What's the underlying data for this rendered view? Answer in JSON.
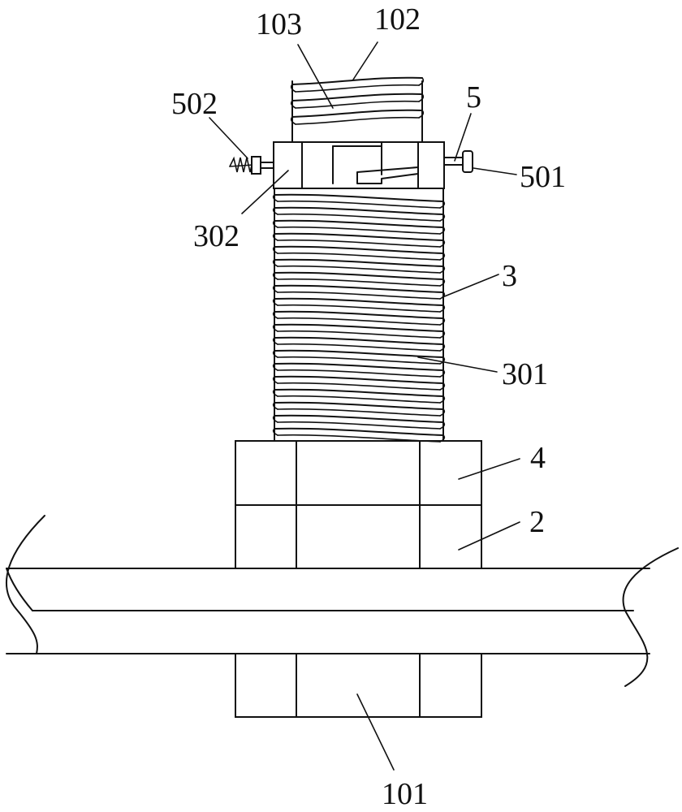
{
  "labels": {
    "l101": "101",
    "l102": "102",
    "l103": "103",
    "l2": "2",
    "l3": "3",
    "l301": "301",
    "l302": "302",
    "l4": "4",
    "l5": "5",
    "l501": "501",
    "l502": "502"
  }
}
